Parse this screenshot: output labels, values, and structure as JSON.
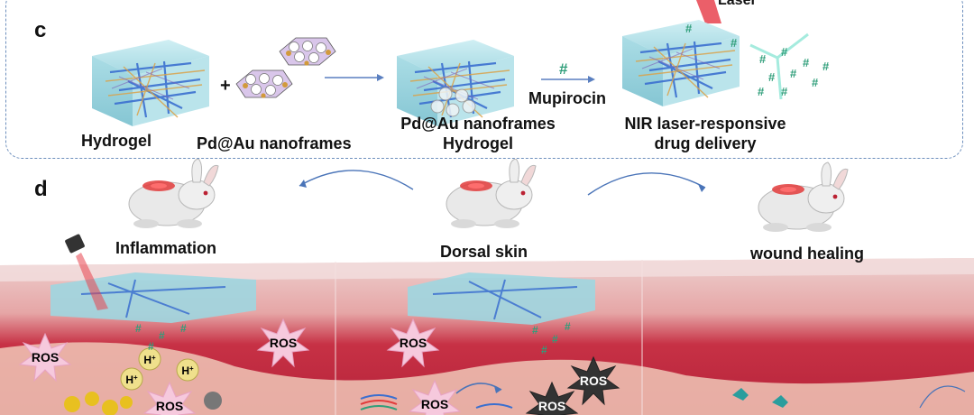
{
  "panel_c": {
    "label": "c",
    "laser_label": "Laser",
    "plus": "+",
    "hydrogel_caption": "Hydrogel",
    "nanoframes_caption": "Pd@Au nanoframes",
    "composite_caption_line1": "Pd@Au nanoframes",
    "composite_caption_line2": "Hydrogel",
    "mupirocin_label": "Mupirocin",
    "delivery_caption_line1": "NIR laser-responsive",
    "delivery_caption_line2": "drug delivery",
    "drug_glyph": "#"
  },
  "panel_d": {
    "label": "d",
    "rabbit_labels": [
      "Inflammation",
      "Dorsal skin",
      "wound healing"
    ],
    "ros_label": "ROS",
    "proton_label": "H+"
  },
  "colors": {
    "frame_dash": "#6d8fbd",
    "hydrogel": "#a9dde6",
    "fiber_blue": "#3b6fcf",
    "fiber_orange": "#d9a24a",
    "drug_green": "#2f9e7a",
    "skin_top": "#e9b3b3",
    "skin_red": "#c0293a",
    "ros_pink": "#f6c9dd",
    "ros_dark": "#333333",
    "proton_yellow": "#efe08c"
  }
}
